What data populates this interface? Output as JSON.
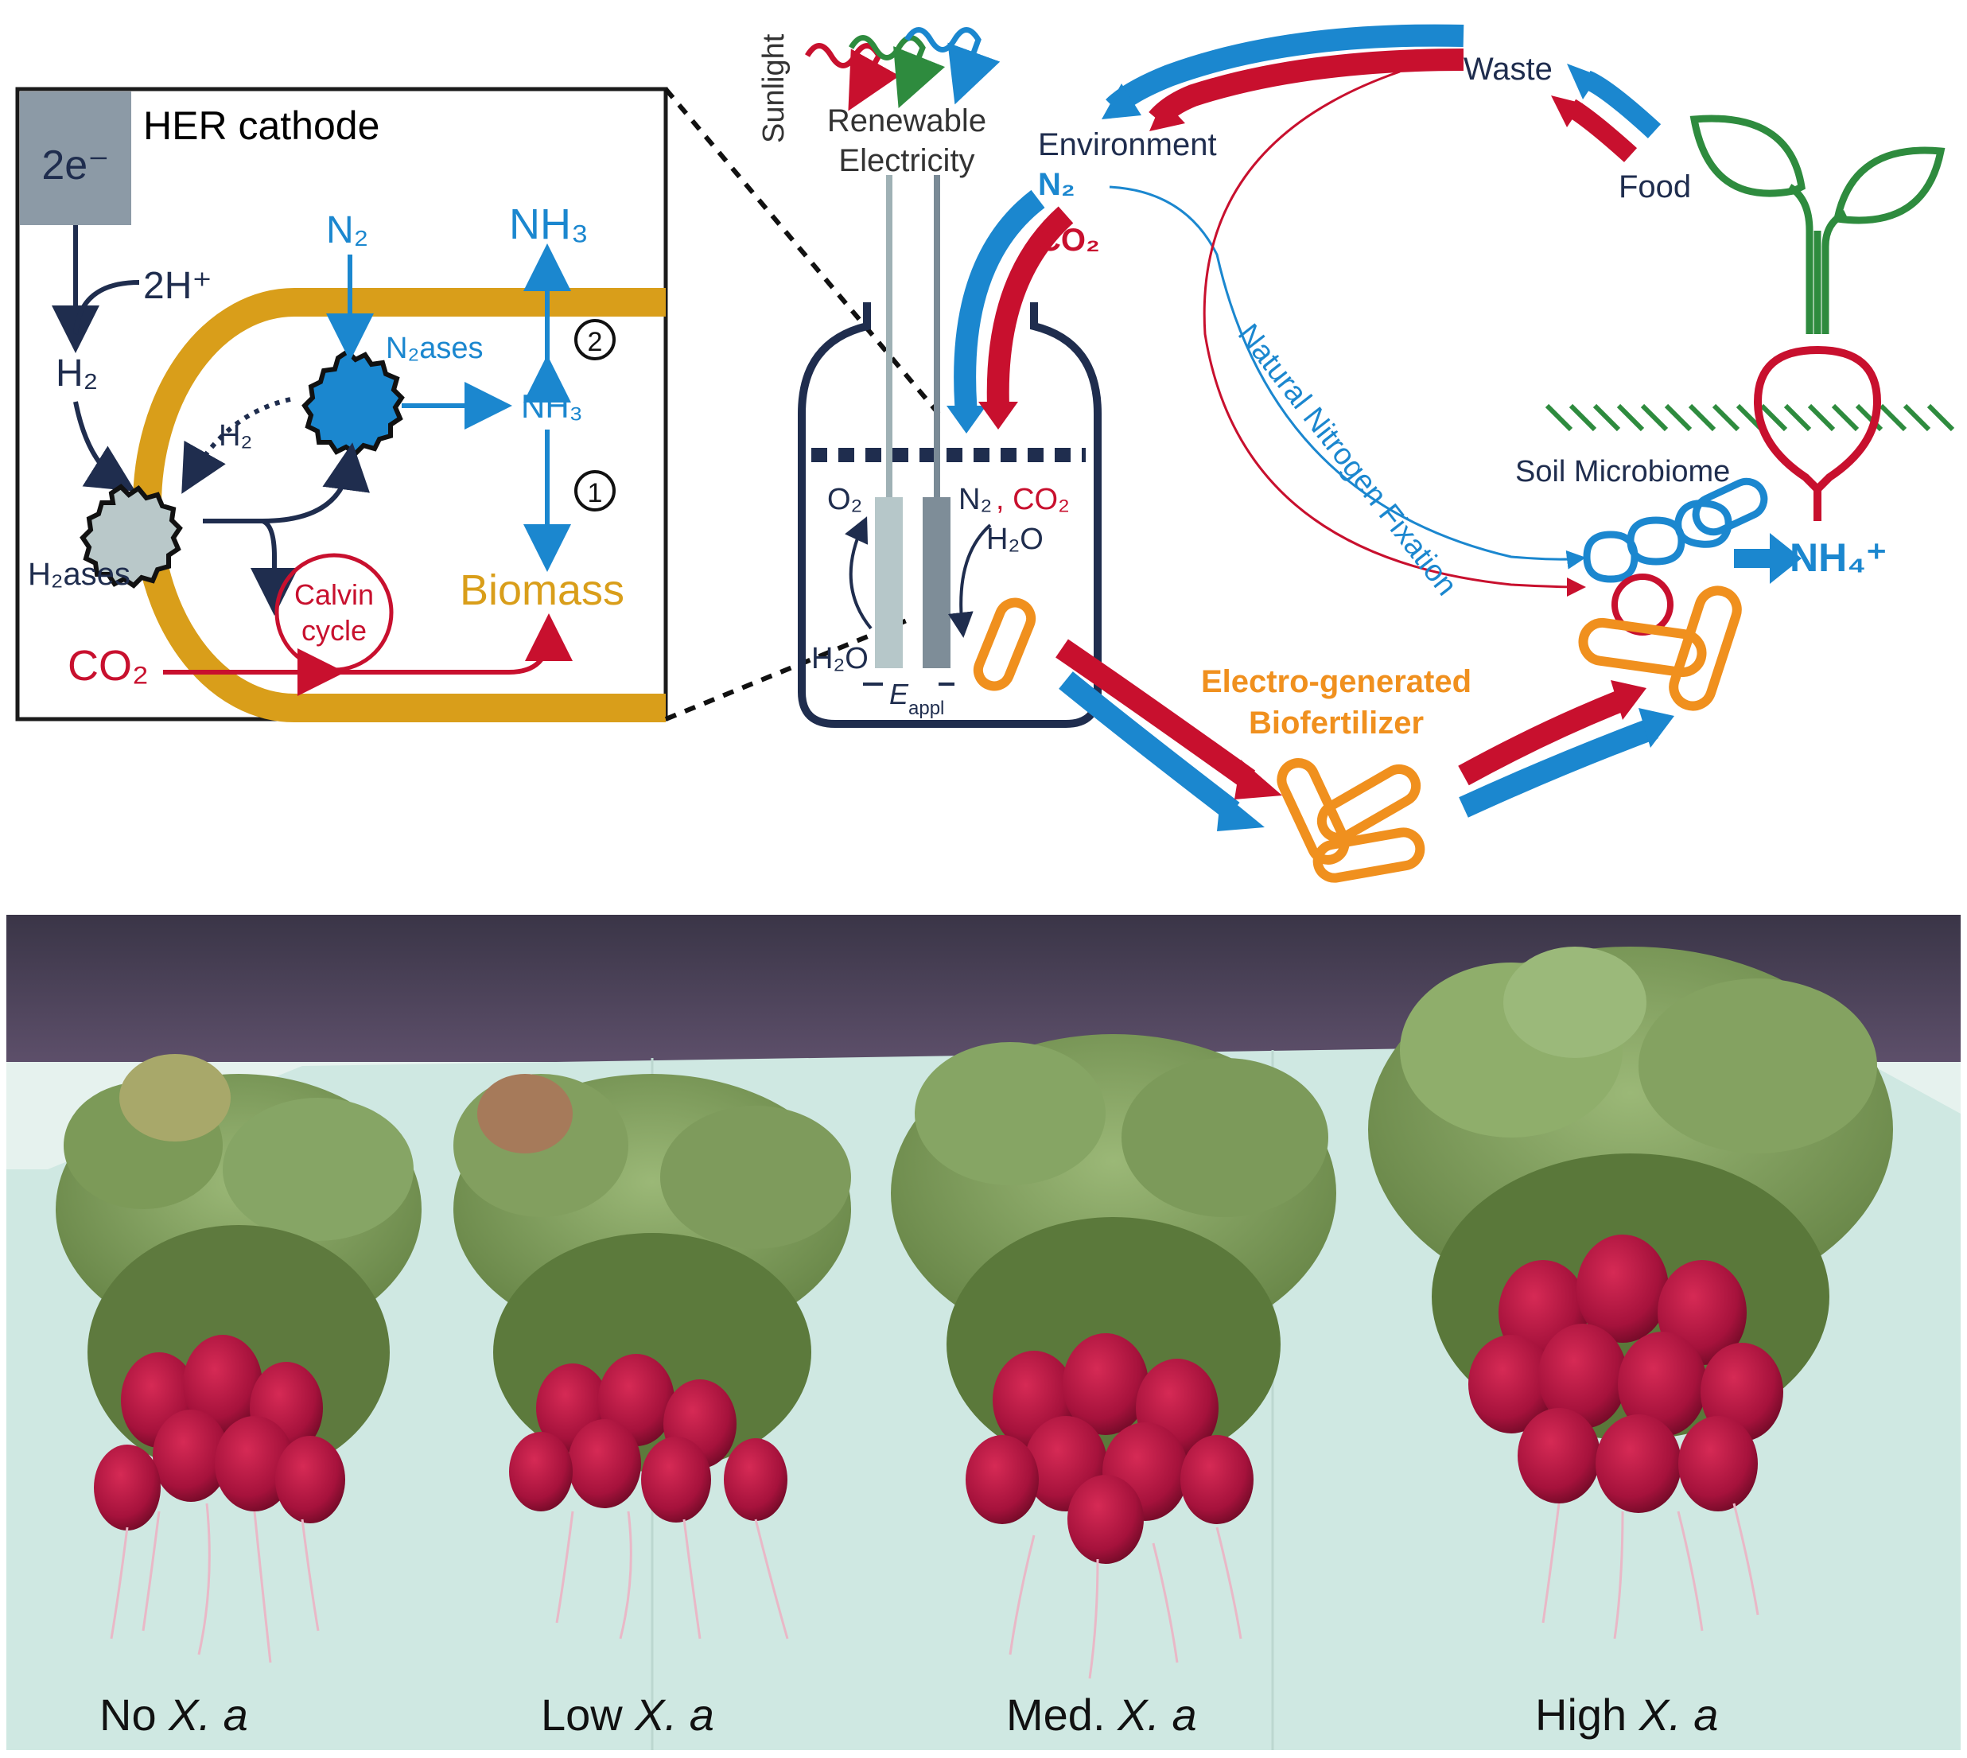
{
  "inset": {
    "title": "HER cathode",
    "electrons": "2e⁻",
    "protons": "2H⁺",
    "h2": "H₂",
    "h2_small": "H₂",
    "n2": "N₂",
    "n2ases": "N₂ases",
    "nh3_top": "NH₃",
    "nh3_mid": "NH₃",
    "step2": "2",
    "step1": "1",
    "biomass": "Biomass",
    "h2ases": "H₂ases",
    "calvin_line1": "Calvin",
    "calvin_line2": "cycle",
    "co2": "CO₂"
  },
  "energy": {
    "sunlight": "Sunlight",
    "renewable_line1": "Renewable",
    "renewable_line2": "Electricity"
  },
  "reactor": {
    "o2": "O₂",
    "n2_co2_a": "N₂",
    "n2_co2_b": ", CO₂",
    "h2o_right": "H₂O",
    "h2o_left": "H₂O",
    "e_appl": "E",
    "e_appl_sub": "appl"
  },
  "cycle": {
    "environment": "Environment",
    "env_n2": "N₂",
    "env_co2": "CO₂",
    "waste": "Waste",
    "food": "Food",
    "natural_fixation": "Natural Nitrogen Fixation",
    "soil_microbiome": "Soil Microbiome",
    "nh4": "NH₄⁺",
    "biofert_line1": "Electro-generated",
    "biofert_line2": "Biofertilizer"
  },
  "photo": {
    "labels": [
      {
        "plain": "No ",
        "italic": "X. a"
      },
      {
        "plain": "Low ",
        "italic": "X. a"
      },
      {
        "plain": "Med. ",
        "italic": "X. a"
      },
      {
        "plain": "High ",
        "italic": "X. a"
      }
    ]
  },
  "colors": {
    "navy": "#1f2d4e",
    "blue": "#1b87cf",
    "red": "#c8102e",
    "gold": "#d99e1a",
    "orange": "#f0901e",
    "green": "#2e8b3e"
  }
}
